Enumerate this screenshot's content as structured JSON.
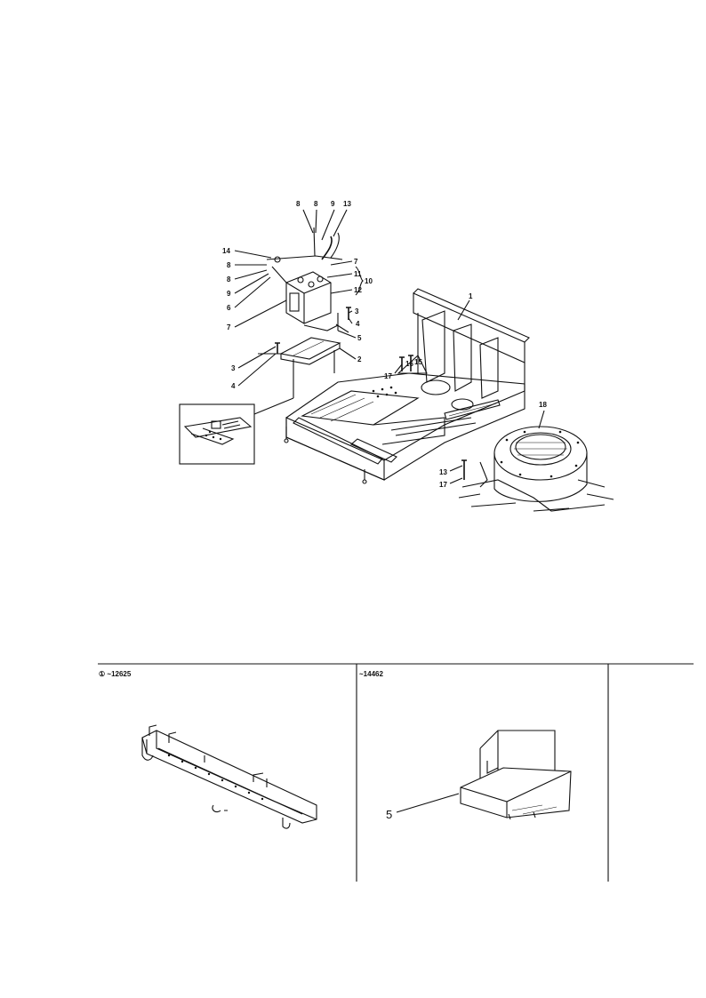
{
  "callouts": {
    "c1": "1",
    "c2": "2",
    "c3a": "3",
    "c3b": "3",
    "c4a": "4",
    "c4b": "4",
    "c5": "5",
    "c6": "6",
    "c7a": "7",
    "c7b": "7",
    "c8a": "8",
    "c8b": "8",
    "c8c": "8",
    "c8d": "8",
    "c9a": "9",
    "c9b": "9",
    "c10": "10",
    "c11": "11",
    "c12": "12",
    "c13a": "13",
    "c13b": "13",
    "c14": "14",
    "c15": "15",
    "c16": "16",
    "c17a": "17",
    "c17b": "17",
    "c18": "18"
  },
  "panels": {
    "left": {
      "label": "① ~12625"
    },
    "right": {
      "label": "~14462",
      "callout": "5"
    }
  }
}
